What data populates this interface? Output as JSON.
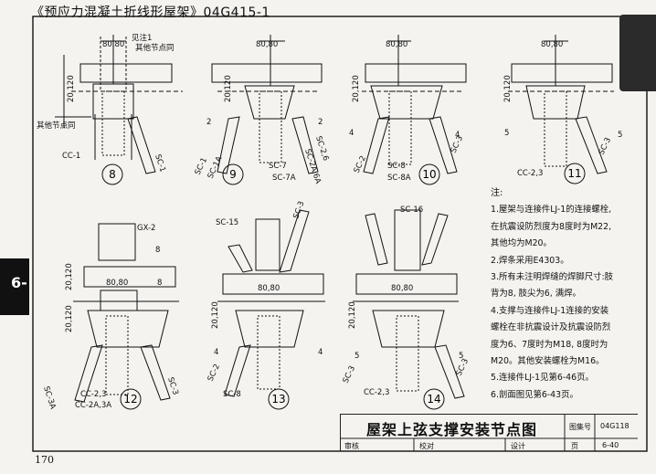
{
  "header": {
    "title": "《预应力混凝土折线形屋架》04G415-1"
  },
  "side_tab": {
    "label": "6-"
  },
  "page_number": "170",
  "nodes": [
    {
      "num": "8",
      "labels": [
        "80,80",
        "见注1",
        "其他节点同",
        "20,120",
        "其他节点同",
        "CC-1",
        "SC-1"
      ]
    },
    {
      "num": "9",
      "labels": [
        "80,80",
        "20,120",
        "2",
        "2",
        "SC-1",
        "SC-1A",
        "SC-7",
        "SC-7A",
        "SC-2,6",
        "SC-2A,6A"
      ]
    },
    {
      "num": "10",
      "labels": [
        "80,80",
        "20,120",
        "4",
        "4",
        "SC-8",
        "SC-8A",
        "SC-2",
        "SC-3"
      ]
    },
    {
      "num": "11",
      "labels": [
        "80,80",
        "20,120",
        "5",
        "5",
        "CC-2,3",
        "SC-3"
      ]
    },
    {
      "num": "12",
      "labels": [
        "GX-2",
        "8",
        "8",
        "80,80",
        "20,120",
        "20,120",
        "CC-2,3",
        "CC-2A,3A",
        "SC-3A",
        "SC-3"
      ]
    },
    {
      "num": "13",
      "labels": [
        "SC-15",
        "SC-3",
        "80,80",
        "20,120",
        "4",
        "4",
        "SC-2",
        "SC-8"
      ]
    },
    {
      "num": "14",
      "labels": [
        "SC-16",
        "80,80",
        "20,120",
        "5",
        "5",
        "CC-2,3",
        "SC-3",
        "SC-3"
      ]
    }
  ],
  "notes": {
    "title": "注:",
    "lines": [
      "1.屋架与连接件LJ-1的连接螺栓,",
      "   在抗震设防烈度为8度时为M22,",
      "   其他均为M20。",
      "2.焊条采用E4303。",
      "3.所有未注明焊缝的焊脚尺寸:肢",
      "   背为8, 肢尖为6, 满焊。",
      "4.支撑与连接件LJ-1连接的安装",
      "   螺栓在非抗震设计及抗震设防烈",
      "   度为6、7度时为M18, 8度时为",
      "   M20。其他安装螺栓为M16。",
      "5.连接件LJ-1见第6-46页。",
      "6.剖面图见第6-43页。"
    ]
  },
  "title_block": {
    "title": "屋架上弦支撑安装节点图",
    "atlas_label": "图集号",
    "atlas_value": "04G118",
    "review_label": "审核",
    "check_label": "校对",
    "design_label": "设计",
    "page_label": "页",
    "page_value": "6-40"
  }
}
